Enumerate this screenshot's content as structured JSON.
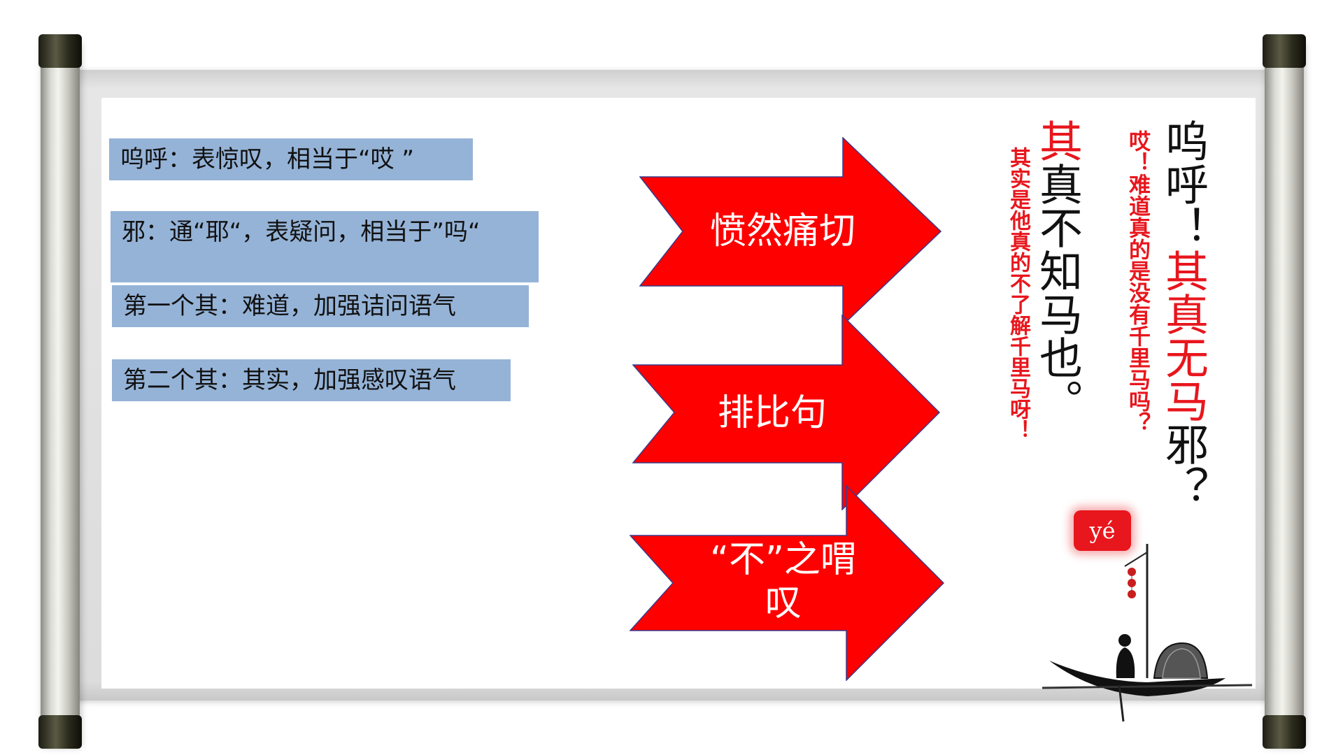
{
  "definitions": [
    "呜呼：表惊叹，相当于“哎 ”",
    "邪：通“耶“，表疑问，相当于”吗“",
    "第一个其：难道，加强诘问语气",
    "第二个其：其实，加强感叹语气"
  ],
  "arrows": [
    "愤然痛切",
    "排比句",
    "“不”之喟叹"
  ],
  "vertical": {
    "col1_a": "呜呼！",
    "col1_b": "其真无马",
    "col1_c": "邪？",
    "col2": "哎！难道真的是没有千里马吗？",
    "col3_a": "其",
    "col3_b": "真不知马也。",
    "col4": "其实是他真的不了解千里马呀！"
  },
  "pinyin": "yé",
  "colors": {
    "arrow": "#ff0000",
    "box": "#95b3d7",
    "accent": "#e8161d"
  }
}
